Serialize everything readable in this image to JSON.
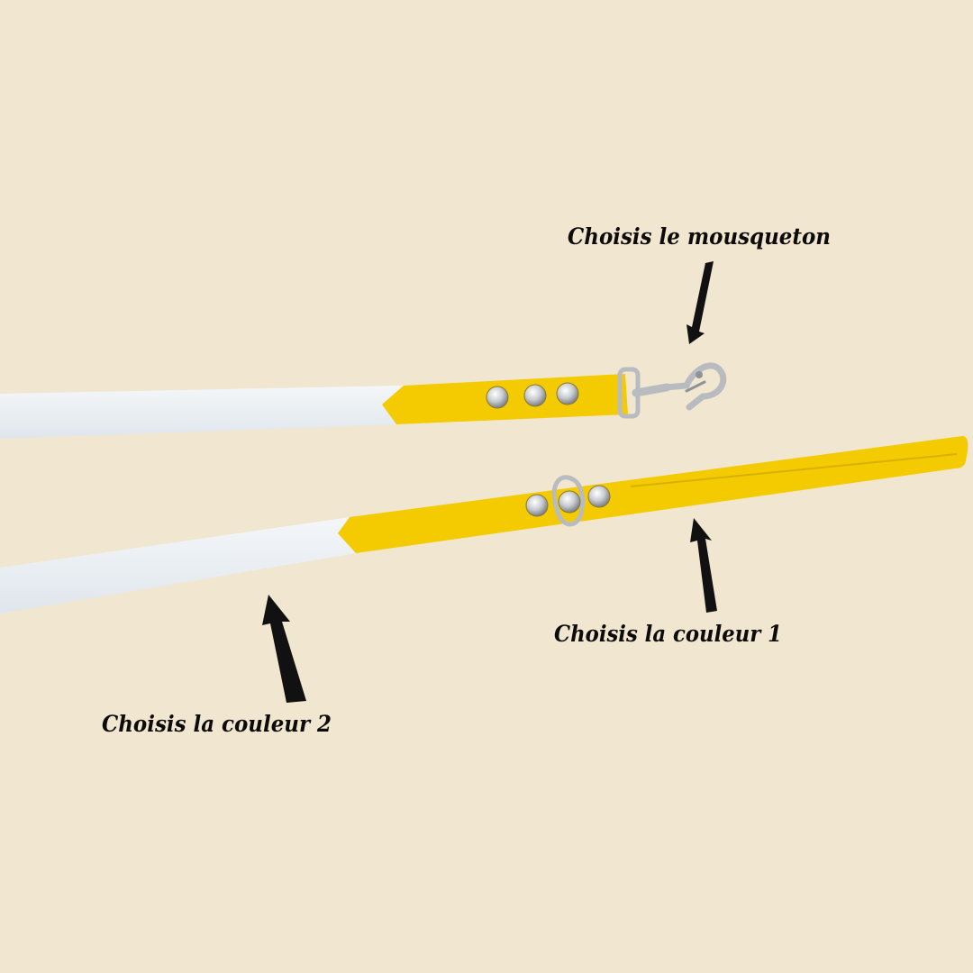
{
  "annotations": {
    "clasp_label": "Choisis le mousqueton",
    "color1_label": "Choisis la couleur 1",
    "color2_label": "Choisis la couleur 2"
  },
  "colors": {
    "background": "#f1e6cf",
    "color1": "#f3cb00",
    "color2": "#e8eef3",
    "metal": "#c9ccd0",
    "text": "#0d0b09"
  }
}
